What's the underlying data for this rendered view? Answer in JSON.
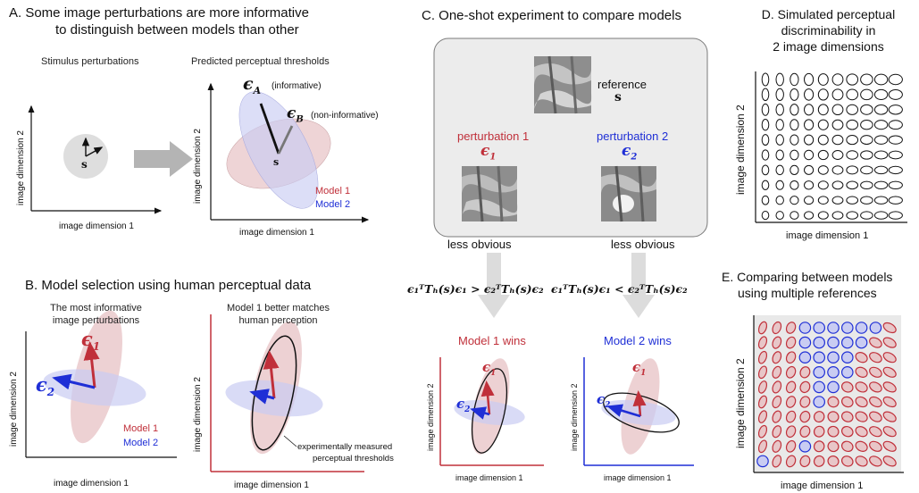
{
  "colors": {
    "model1": "#c0303a",
    "model2": "#1f2fd6",
    "model1_fill": "#e8c6c8",
    "model2_fill": "#c9ccf2",
    "panel_bg": "#ececec",
    "arrow_gray": "#b4b4b4"
  },
  "panel_a": {
    "title_line1": "A. Some image perturbations are more informative",
    "title_line2": "to distinguish between models than other",
    "left_caption": "Stimulus perturbations",
    "right_caption": "Predicted perceptual thresholds",
    "x_label": "image dimension 1",
    "y_label": "image dimension 2",
    "ref_symbol": "s",
    "eps_a": "ϵ",
    "eps_a_sub": "A",
    "eps_a_note": "(informative)",
    "eps_b": "ϵ",
    "eps_b_sub": "B",
    "eps_b_note": "(non-informative)",
    "model1": "Model 1",
    "model2": "Model 2"
  },
  "panel_b": {
    "title": "B. Model selection using human perceptual data",
    "left_caption_line1": "The most informative",
    "left_caption_line2": "image perturbations",
    "right_caption_line1": "Model 1 better matches",
    "right_caption_line2": "human perception",
    "x_label": "image dimension 1",
    "y_label": "image dimension 2",
    "eps1": "ϵ",
    "eps1_sub": "1",
    "eps2": "ϵ",
    "eps2_sub": "2",
    "model1": "Model 1",
    "model2": "Model 2",
    "measured_line1": "experimentally measured",
    "measured_line2": "perceptual thresholds"
  },
  "panel_c": {
    "title": "C. One-shot experiment to compare models",
    "reference_label": "reference",
    "reference_symbol": "s",
    "pert1_label": "perturbation 1",
    "pert2_label": "perturbation 2",
    "eps1": "ϵ",
    "eps1_sub": "1",
    "eps2": "ϵ",
    "eps2_sub": "2",
    "left_obvious": "less obvious",
    "right_obvious": "less obvious",
    "left_formula": "ϵ₁ᵀTₕ(s)ϵ₁ > ϵ₂ᵀTₕ(s)ϵ₂",
    "right_formula": "ϵ₁ᵀTₕ(s)ϵ₁ < ϵ₂ᵀTₕ(s)ϵ₂",
    "left_winner": "Model 1 wins",
    "right_winner": "Model 2 wins",
    "x_label": "image dimension 1",
    "y_label": "image dimension 2"
  },
  "panel_d": {
    "title_line1": "D. Simulated perceptual",
    "title_line2": "discriminability in",
    "title_line3": "2 image dimensions",
    "x_label": "image dimension 1",
    "y_label": "image dimension 2"
  },
  "panel_e": {
    "title_line1": "E. Comparing between models",
    "title_line2": "using multiple references",
    "x_label": "image dimension 1",
    "y_label": "image dimension 2"
  }
}
